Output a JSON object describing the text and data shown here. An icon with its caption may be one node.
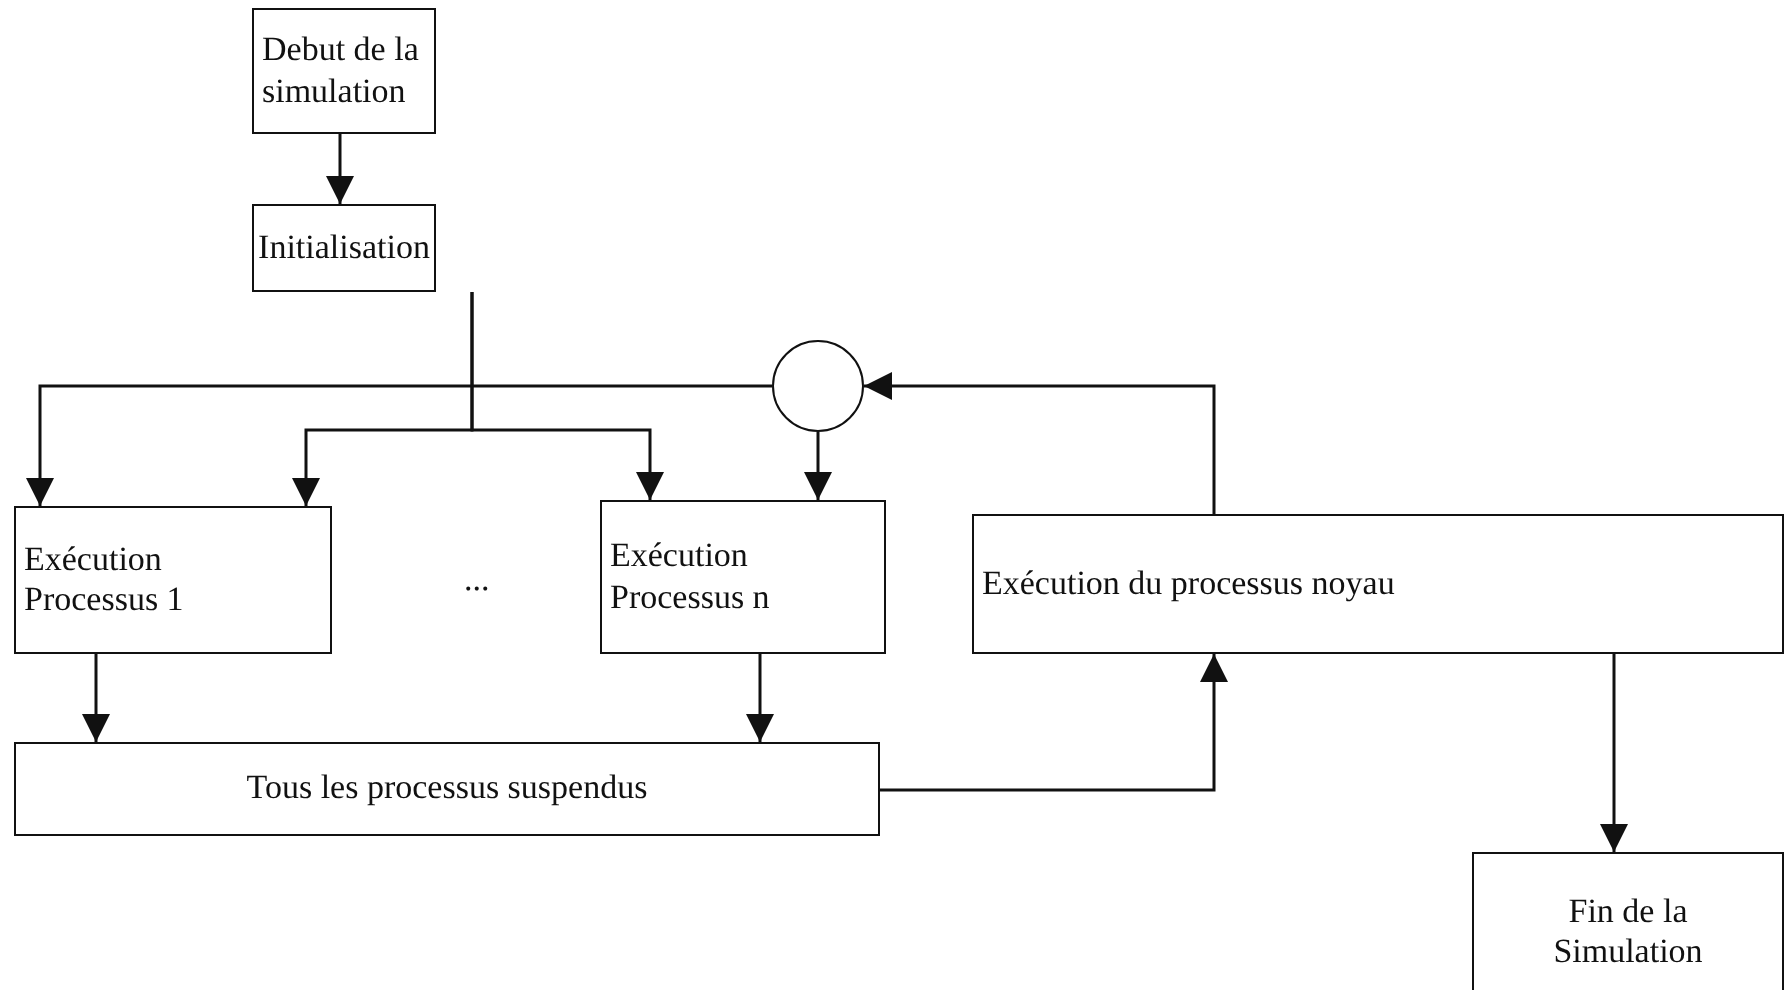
{
  "diagram": {
    "nodes": [
      {
        "text": [
          "Debut de la simulation"
        ]
      },
      {
        "text": [
          "Initialisation"
        ]
      },
      {
        "text": [],
        "shape": "circle"
      },
      {
        "text": [
          "Exécution Processus 1"
        ]
      },
      {
        "text": [
          "Exécution Processus n"
        ]
      },
      {
        "text": [
          "Exécution du processus noyau"
        ]
      },
      {
        "text": [
          "Tous les processus suspendus"
        ]
      },
      {
        "text": [
          "Fin de la Simulation"
        ]
      }
    ],
    "edges": [
      {
        "from": 0,
        "to": 1,
        "arrow": "to"
      },
      {
        "from": 2,
        "to": 3,
        "arrow": "to"
      },
      {
        "from": 1,
        "to": 3,
        "arrow": "to"
      },
      {
        "from": 1,
        "to": 4,
        "arrow": "to"
      },
      {
        "from": 2,
        "to": 4,
        "arrow": "to"
      },
      {
        "from": 3,
        "to": 6,
        "arrow": "to"
      },
      {
        "from": 4,
        "to": 6,
        "arrow": "to"
      },
      {
        "from": 6,
        "to": 5,
        "arrow": "to"
      },
      {
        "from": 5,
        "to": 2,
        "arrow": "to"
      },
      {
        "from": 5,
        "to": 7,
        "arrow": "to"
      }
    ],
    "labels": [
      "..."
    ]
  }
}
